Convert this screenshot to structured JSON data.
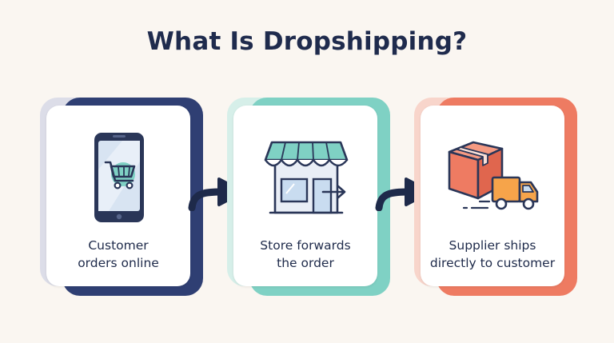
{
  "title": "What Is Dropshipping?",
  "steps": [
    {
      "label_line1": "Customer",
      "label_line2": "orders online",
      "icon": "smartphone-cart-icon",
      "accent": "#2f3f73",
      "accent_light": "#dcdde8"
    },
    {
      "label_line1": "Store forwards",
      "label_line2": "the order",
      "icon": "storefront-icon",
      "accent": "#7fd1c4",
      "accent_light": "#d6efe9"
    },
    {
      "label_line1": "Supplier ships",
      "label_line2": "directly to customer",
      "icon": "box-truck-icon",
      "accent": "#ee7b62",
      "accent_light": "#f8d5cb"
    }
  ],
  "arrow_color": "#1e2a4a"
}
